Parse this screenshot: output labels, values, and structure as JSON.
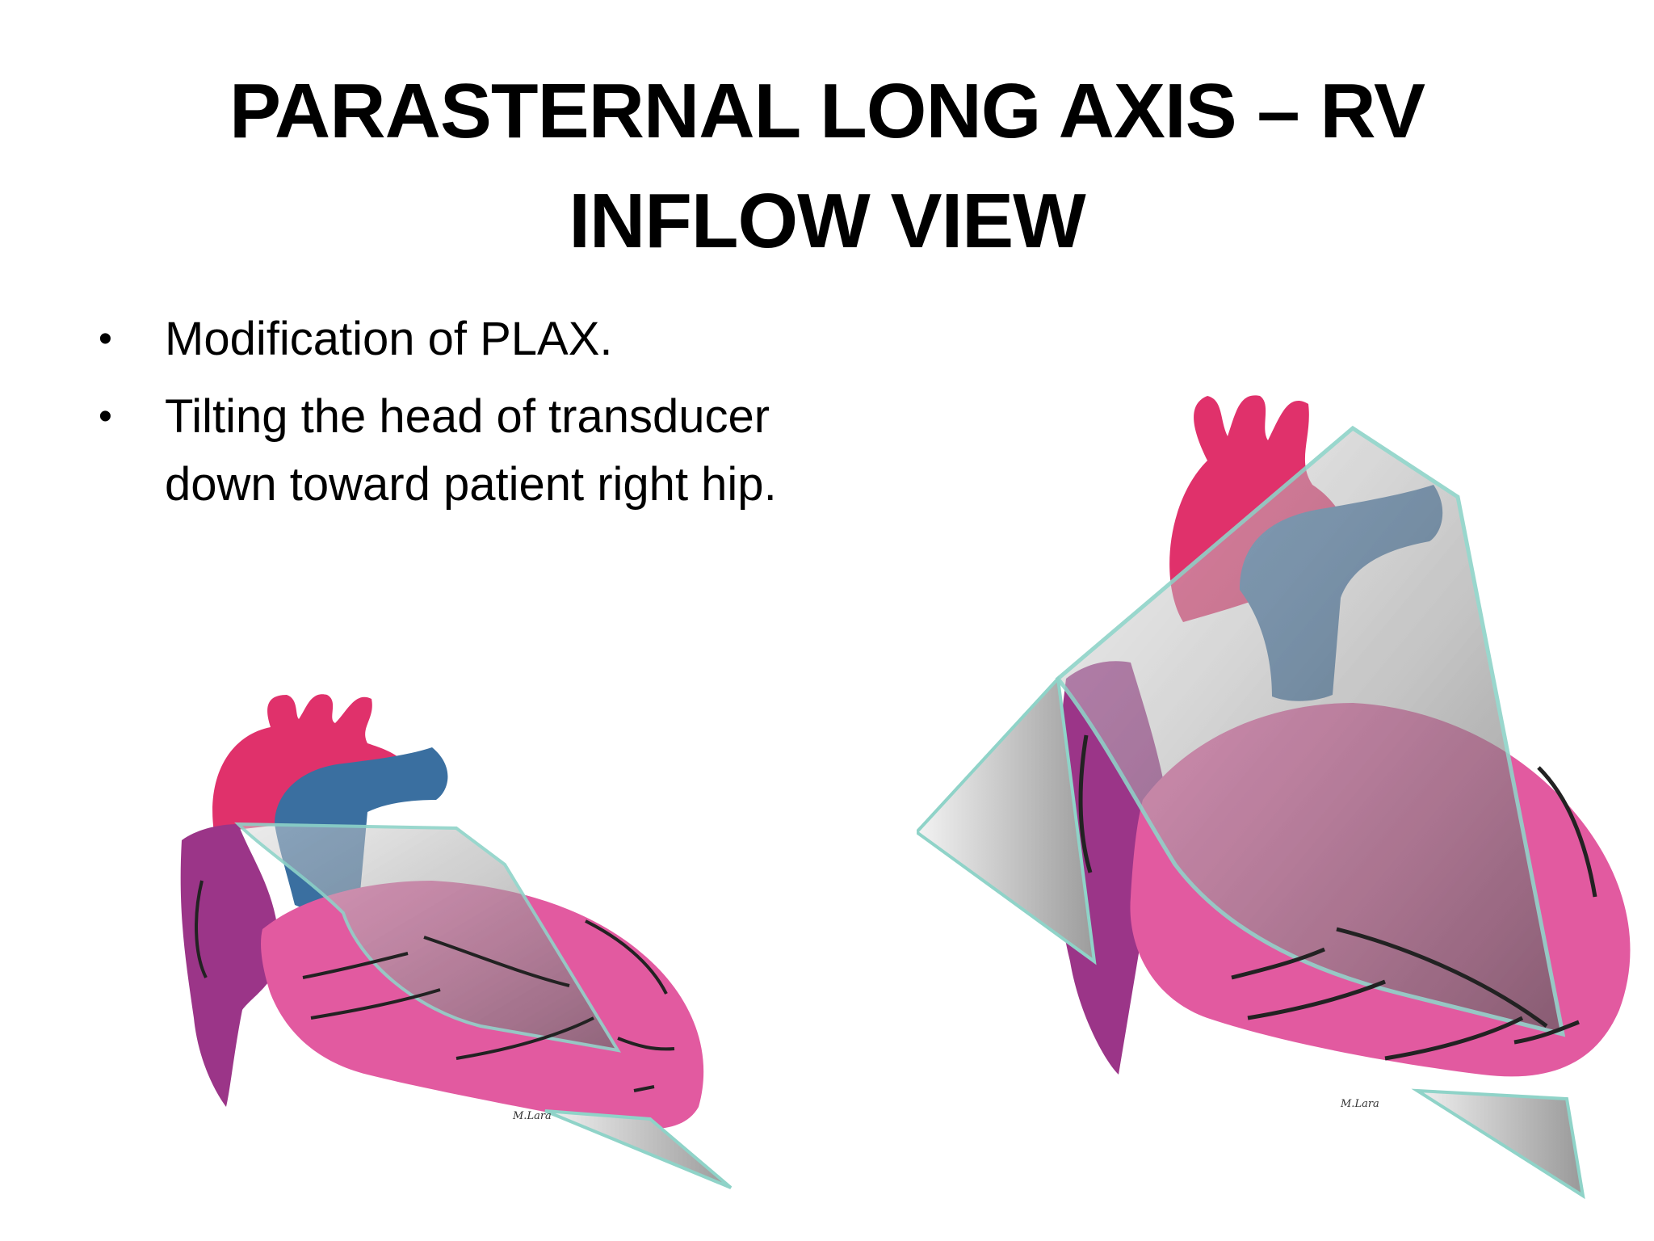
{
  "slide": {
    "title_line1": "PARASTERNAL LONG AXIS – RV",
    "title_line2": "INFLOW VIEW",
    "bullets": [
      "Modification of PLAX.",
      "Tilting the head of transducer down toward patient right hip."
    ],
    "bullet_glyph": "•"
  },
  "diagrams": {
    "left_signature": "M.Lara",
    "right_signature": "M.Lara"
  },
  "colors": {
    "aorta_red": "#e0316b",
    "pulmonary_blue": "#3a6fa0",
    "right_atrium_purple": "#9b3588",
    "ventricle_pink": "#e25aa0",
    "plane_outline": "#8fd3c8"
  }
}
